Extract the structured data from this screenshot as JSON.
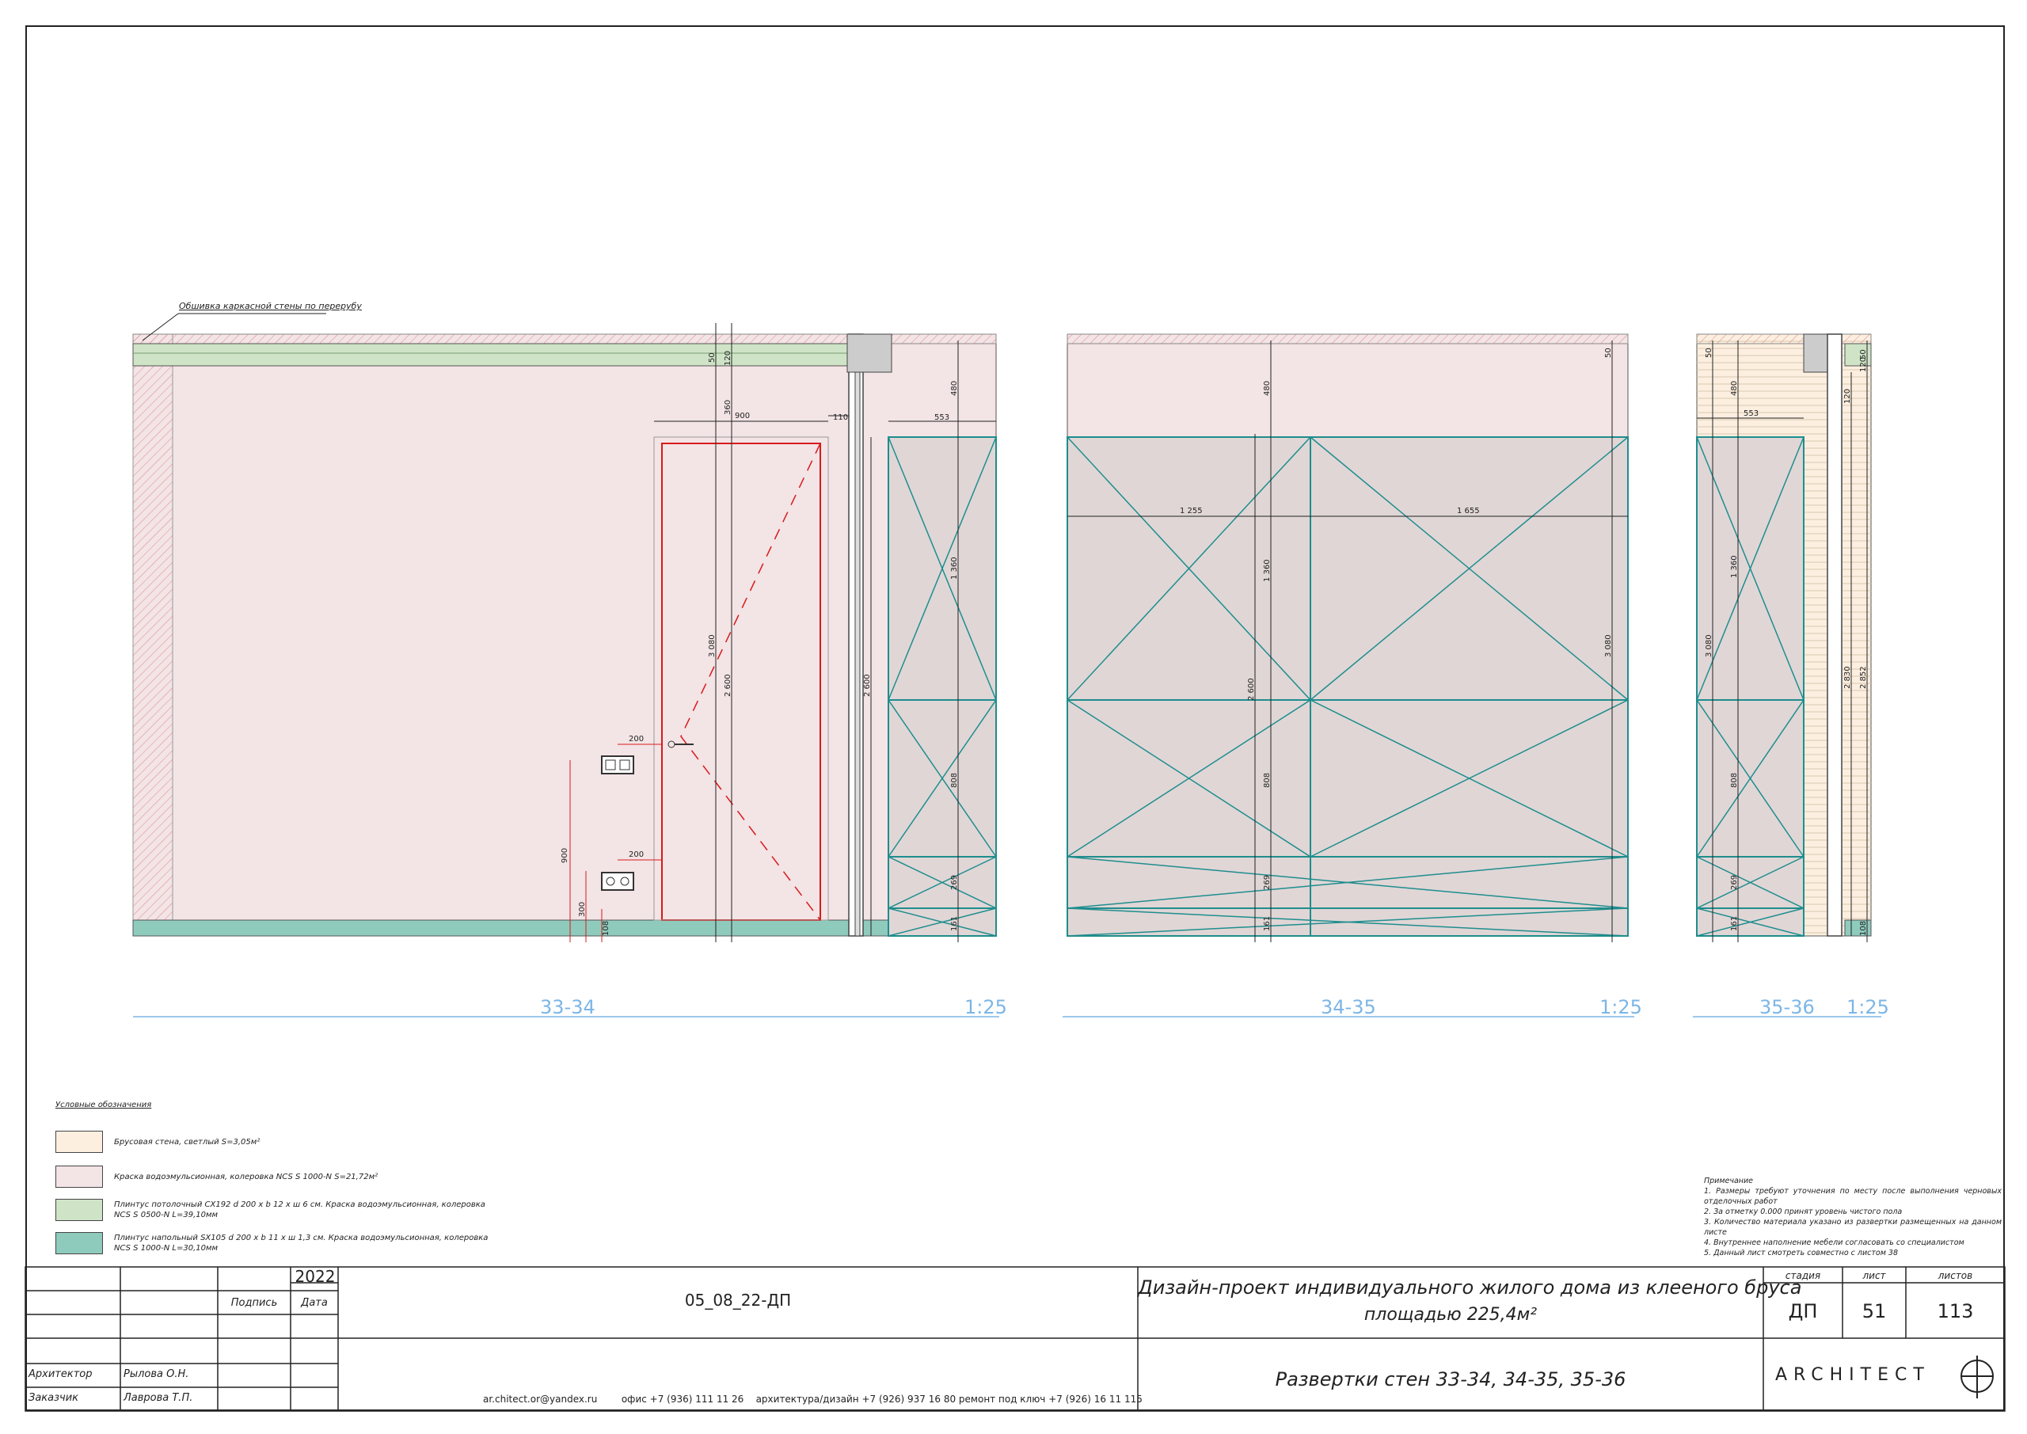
{
  "drawing": {
    "callout": "Обшивка каркасной стены по перерубу",
    "views": [
      {
        "name": "33-34",
        "scale": "1:25"
      },
      {
        "name": "34-35",
        "scale": "1:25"
      },
      {
        "name": "35-36",
        "scale": "1:25"
      }
    ],
    "dimensions": {
      "v1": {
        "d50": "50",
        "d120": "120",
        "d360": "360",
        "d900": "900",
        "d110": "110",
        "d553": "553",
        "d480": "480",
        "d3080": "3 080",
        "d2600": "2 600",
        "d2600b": "2 600",
        "d1360": "1 360",
        "d808": "808",
        "d269": "269",
        "d161": "161",
        "d200a": "200",
        "d200b": "200",
        "d900v": "900",
        "d300": "300",
        "d108": "108"
      },
      "v2": {
        "d480": "480",
        "d50": "50",
        "d1255": "1 255",
        "d1655": "1 655",
        "d1360": "1 360",
        "d3080": "3 080",
        "d2600": "2 600",
        "d808": "808",
        "d269": "269",
        "d161": "161"
      },
      "v3": {
        "d50": "50",
        "d480": "480",
        "d553": "553",
        "d1360": "1 360",
        "d3080": "3 080",
        "d808": "808",
        "d269": "269",
        "d161": "161",
        "d120": "120",
        "d2830": "2 830",
        "d2852": "2 852",
        "d108": "108",
        "d50b": "50",
        "d120b": "120"
      }
    }
  },
  "legend": {
    "title": "Условные обозначения",
    "items": [
      {
        "color": "#fcefe0",
        "text": "Брусовая стена, светлый S=3,05м²"
      },
      {
        "color": "#f3e4e6",
        "text": "Краска водоэмульсионная, колеровка NCS S 1000-N S=21,72м²"
      },
      {
        "color": "#cfe4c7",
        "text": "Плинтус потолочный CX192 d 200 x b 12 x ш 6 см. Краска водоэмульсионная, колеровка NCS S 0500-N L=39,10мм"
      },
      {
        "color": "#8fcbbd",
        "text": "Плинтус напольный SX105 d 200 x b 11 x ш 1,3 см. Краска водоэмульсионная, колеровка NCS S 1000-N L=30,10мм"
      }
    ]
  },
  "notes": {
    "title": "Примечание",
    "lines": [
      "1. Размеры требуют уточнения по месту после выполнения черновых отделочных работ",
      "2. За отметку 0.000 принят уровень чистого пола",
      "3. Количество материала указано из развертки размещенных на данном листе",
      "4. Внутреннее наполнение мебели согласовать со специалистом",
      "5. Данный лист смотреть совместно с листом 38"
    ]
  },
  "titleblock": {
    "year": "2022",
    "sign_label": "Подпись",
    "date_label": "Дата",
    "code": "05_08_22-ДП",
    "project": "Дизайн-проект индивидуального жилого дома из клееного бруса",
    "area": "площадью 225,4м²",
    "stage_label": "стадия",
    "sheet_label": "лист",
    "sheets_label": "листов",
    "stage": "ДП",
    "sheet": "51",
    "sheets": "113",
    "role1": "Архитектор",
    "name1": "Рылова О.Н.",
    "role2": "Заказчик",
    "name2": "Лаврова Т.П.",
    "contacts": "ar.chitect.or@yandex.ru        офис +7 (936) 111 11 26    архитектура/дизайн +7 (926) 937 16 80 ремонт под ключ +7 (926) 16 11 115",
    "sheet_title": "Развертки стен 33-34, 34-35, 35-36",
    "logo": "ARCHITECT"
  },
  "colors": {
    "wall_pink": "#f3e4e6",
    "cabinet": "#e0d6d6",
    "teal": "#1f8d8d",
    "molding": "#cfe4c7",
    "baseboard": "#8fcbbd",
    "timber": "#fcefe0",
    "accent_red": "#d91a1a",
    "view_title": "#7cb6e6"
  }
}
